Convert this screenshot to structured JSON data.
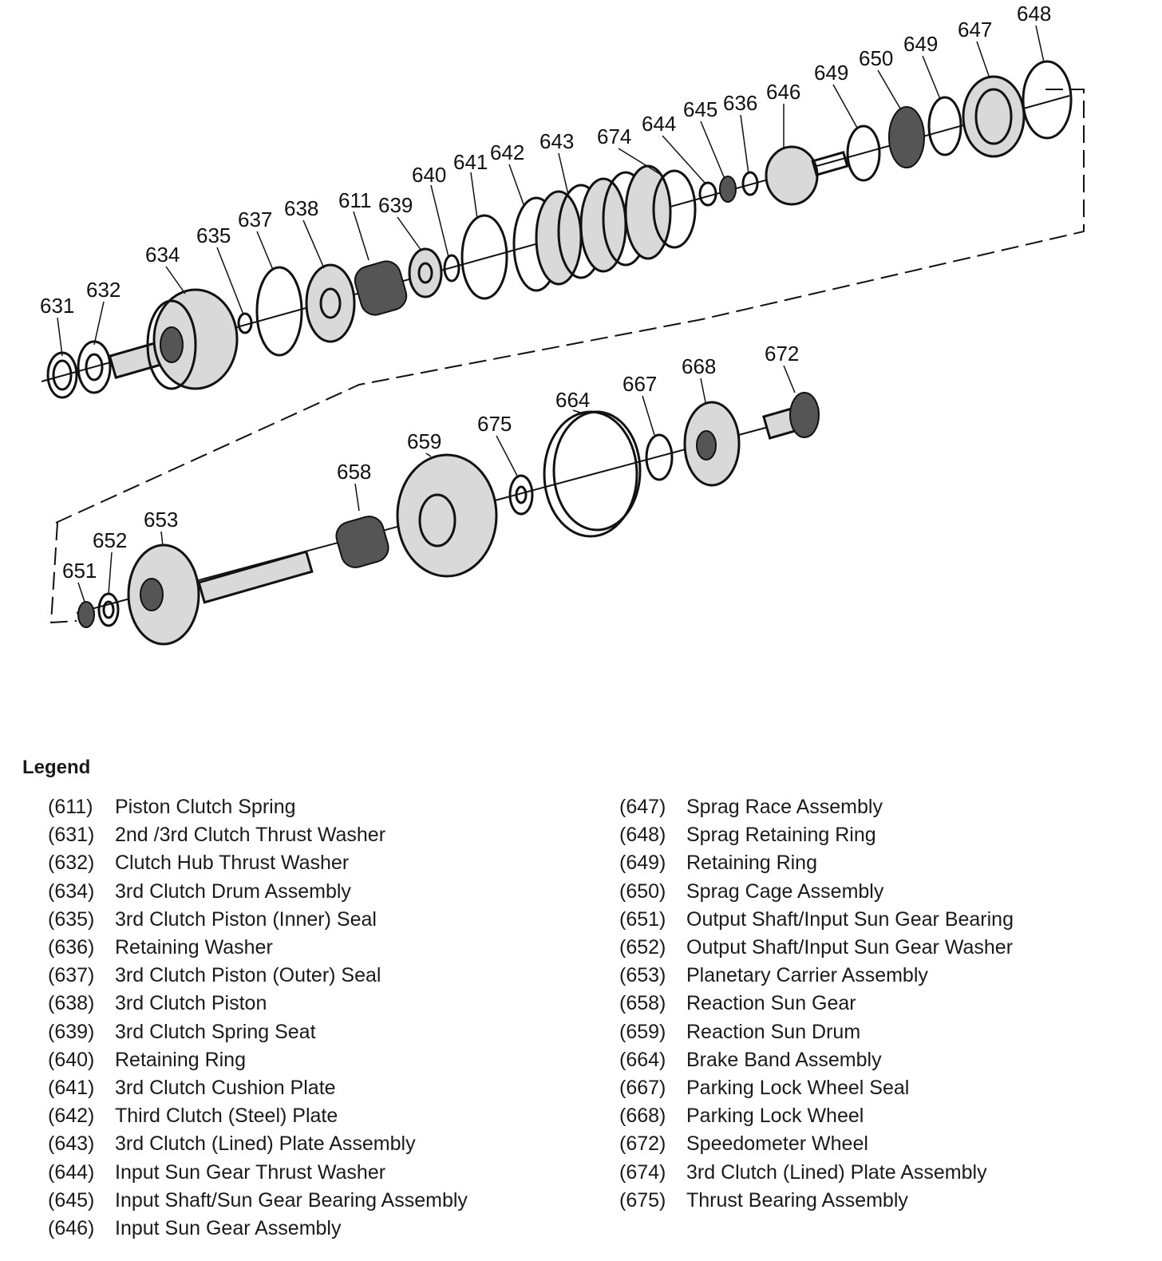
{
  "callouts": [
    {
      "id": "631"
    },
    {
      "id": "632"
    },
    {
      "id": "634"
    },
    {
      "id": "635"
    },
    {
      "id": "637"
    },
    {
      "id": "638"
    },
    {
      "id": "611"
    },
    {
      "id": "639"
    },
    {
      "id": "640"
    },
    {
      "id": "641"
    },
    {
      "id": "642"
    },
    {
      "id": "643"
    },
    {
      "id": "674"
    },
    {
      "id": "644"
    },
    {
      "id": "645"
    },
    {
      "id": "636"
    },
    {
      "id": "646"
    },
    {
      "id": "649"
    },
    {
      "id": "650"
    },
    {
      "id": "649"
    },
    {
      "id": "647"
    },
    {
      "id": "648"
    },
    {
      "id": "651"
    },
    {
      "id": "652"
    },
    {
      "id": "653"
    },
    {
      "id": "658"
    },
    {
      "id": "659"
    },
    {
      "id": "675"
    },
    {
      "id": "664"
    },
    {
      "id": "667"
    },
    {
      "id": "668"
    },
    {
      "id": "672"
    }
  ],
  "legend": {
    "title": "Legend",
    "left": [
      {
        "num": "(611)",
        "label": "Piston Clutch Spring"
      },
      {
        "num": "(631)",
        "label": "2nd /3rd Clutch Thrust Washer"
      },
      {
        "num": "(632)",
        "label": "Clutch Hub Thrust Washer"
      },
      {
        "num": "(634)",
        "label": "3rd Clutch Drum Assembly"
      },
      {
        "num": "(635)",
        "label": "3rd Clutch Piston (Inner) Seal"
      },
      {
        "num": "(636)",
        "label": "Retaining Washer"
      },
      {
        "num": "(637)",
        "label": "3rd Clutch Piston (Outer) Seal"
      },
      {
        "num": "(638)",
        "label": "3rd Clutch Piston"
      },
      {
        "num": "(639)",
        "label": "3rd Clutch Spring Seat"
      },
      {
        "num": "(640)",
        "label": "Retaining Ring"
      },
      {
        "num": "(641)",
        "label": "3rd Clutch Cushion Plate"
      },
      {
        "num": "(642)",
        "label": "Third Clutch (Steel) Plate"
      },
      {
        "num": "(643)",
        "label": "3rd Clutch (Lined) Plate Assembly"
      },
      {
        "num": "(644)",
        "label": "Input Sun Gear Thrust Washer"
      },
      {
        "num": "(645)",
        "label": "Input Shaft/Sun Gear Bearing Assembly"
      },
      {
        "num": "(646)",
        "label": "Input Sun Gear Assembly"
      }
    ],
    "right": [
      {
        "num": "(647)",
        "label": "Sprag Race Assembly"
      },
      {
        "num": "(648)",
        "label": "Sprag Retaining Ring"
      },
      {
        "num": "(649)",
        "label": "Retaining Ring"
      },
      {
        "num": "(650)",
        "label": "Sprag Cage Assembly"
      },
      {
        "num": "(651)",
        "label": "Output Shaft/Input Sun Gear Bearing"
      },
      {
        "num": "(652)",
        "label": "Output Shaft/Input Sun Gear Washer"
      },
      {
        "num": "(653)",
        "label": "Planetary Carrier Assembly"
      },
      {
        "num": "(658)",
        "label": "Reaction Sun Gear"
      },
      {
        "num": "(659)",
        "label": "Reaction Sun Drum"
      },
      {
        "num": "(664)",
        "label": "Brake Band Assembly"
      },
      {
        "num": "(667)",
        "label": "Parking Lock Wheel Seal"
      },
      {
        "num": "(668)",
        "label": "Parking Lock Wheel"
      },
      {
        "num": "(672)",
        "label": "Speedometer Wheel"
      },
      {
        "num": "(674)",
        "label": "3rd Clutch (Lined) Plate Assembly"
      },
      {
        "num": "(675)",
        "label": "Thrust Bearing Assembly"
      }
    ]
  }
}
